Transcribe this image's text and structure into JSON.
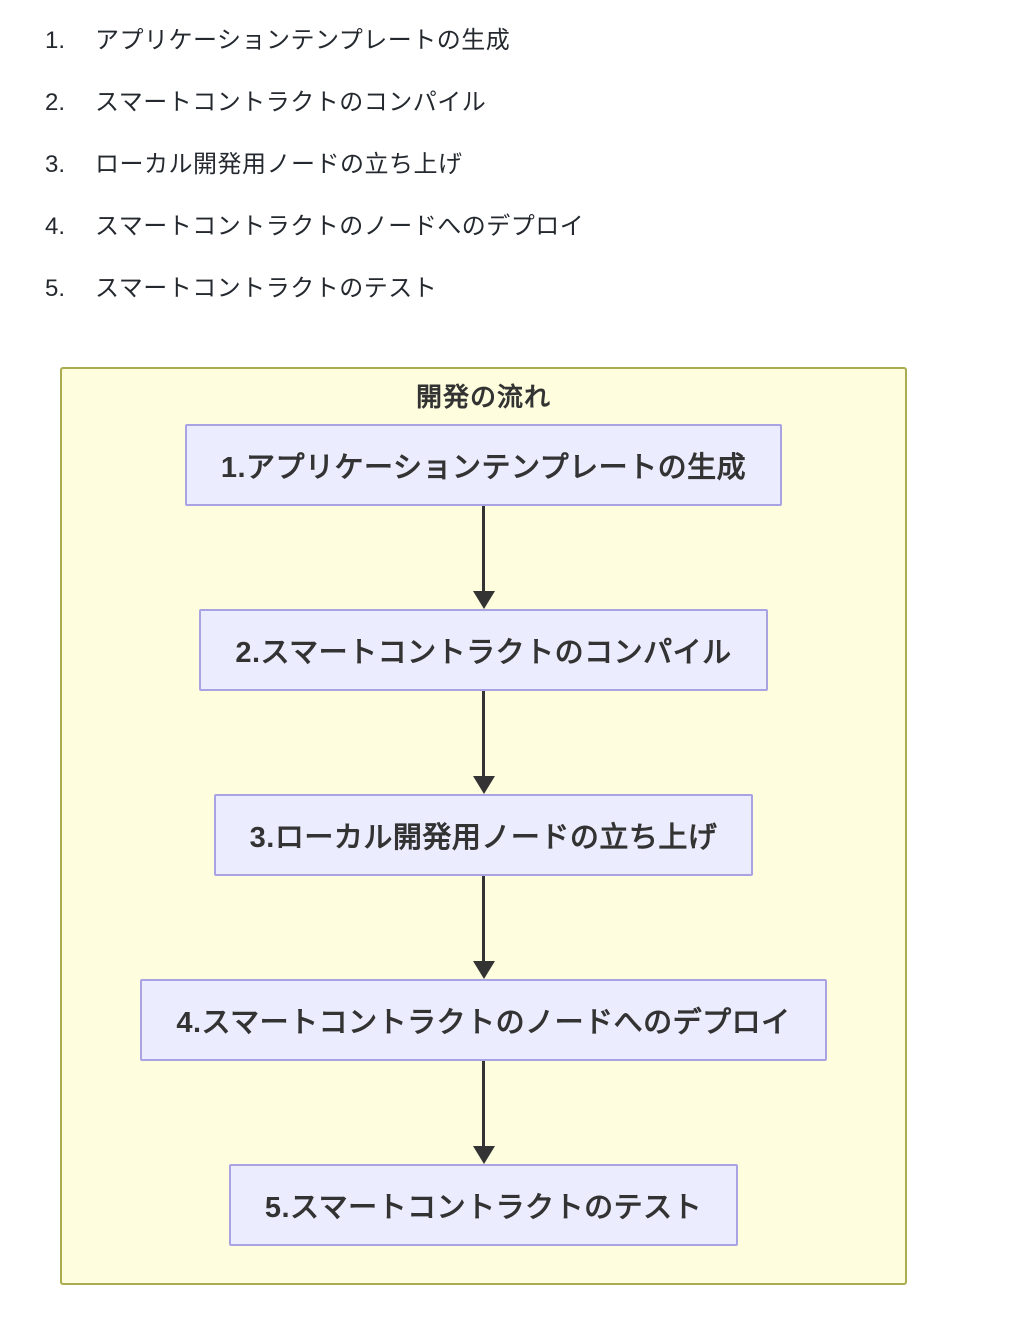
{
  "list": {
    "items": [
      {
        "number": "1.",
        "text": "アプリケーションテンプレートの生成"
      },
      {
        "number": "2.",
        "text": "スマートコントラクトのコンパイル"
      },
      {
        "number": "3.",
        "text": "ローカル開発用ノードの立ち上げ"
      },
      {
        "number": "4.",
        "text": "スマートコントラクトのノードへのデプロイ"
      },
      {
        "number": "5.",
        "text": "スマートコントラクトのテスト"
      }
    ]
  },
  "diagram": {
    "title": "開発の流れ",
    "nodes": [
      {
        "label": "1.アプリケーションテンプレートの生成"
      },
      {
        "label": "2.スマートコントラクトのコンパイル"
      },
      {
        "label": "3.ローカル開発用ノードの立ち上げ"
      },
      {
        "label": "4.スマートコントラクトのノードへのデプロイ"
      },
      {
        "label": "5.スマートコントラクトのテスト"
      }
    ],
    "arrow_icon": "arrow-down",
    "colors": {
      "container_fill": "#fefede",
      "container_border": "#abab4f",
      "node_fill": "#ececff",
      "node_border": "#a9a3e3",
      "arrow": "#333333",
      "text": "#333333"
    }
  }
}
